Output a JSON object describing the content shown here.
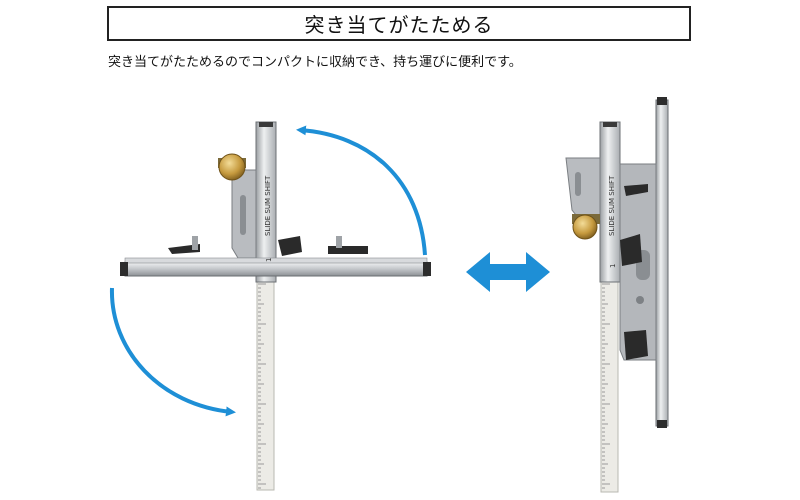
{
  "title": "突き当てがたためる",
  "subtitle": "突き当てがたためるのでコンパクトに収納でき、持ち運びに便利です。",
  "product_label": "SLIDE SUM SHIFT",
  "brand_mark": "1",
  "colors": {
    "arrow_blue": "#1e8fd6",
    "metal": "#c9ccd0",
    "ruler": "#eeeeea",
    "knob_dark": "#2a2a2a",
    "brass": "#c8a24a"
  },
  "icons": [
    "rotate-ccw-arrow-icon",
    "rotate-cw-arrow-icon",
    "double-arrow-icon"
  ]
}
